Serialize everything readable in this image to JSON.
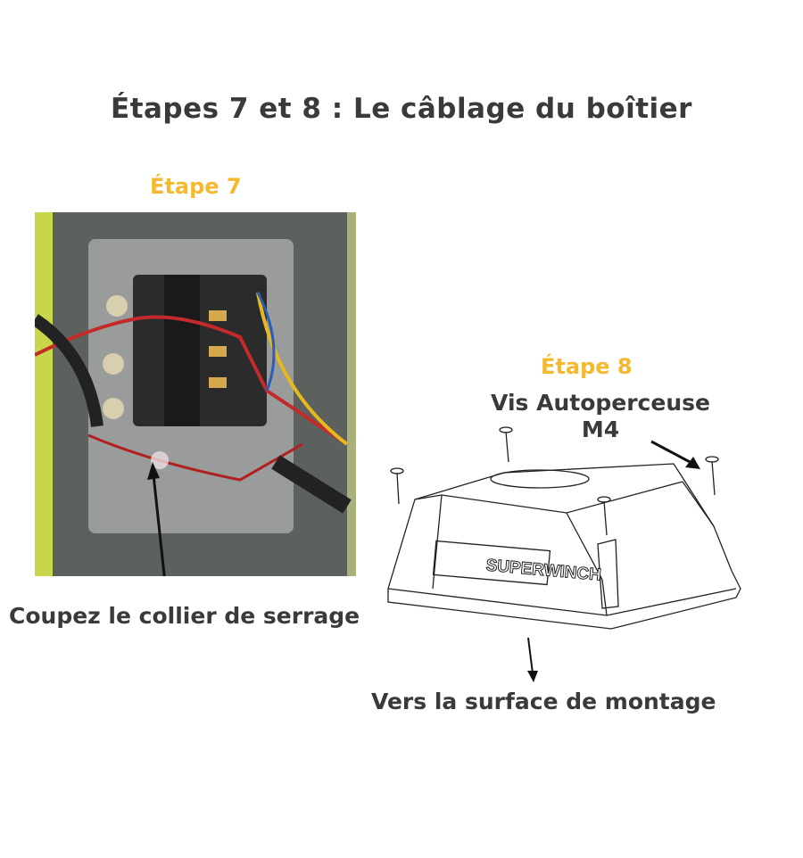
{
  "title": "Étapes 7 et 8 : Le câblage du boîtier",
  "step7": {
    "label": "Étape 7",
    "caption": "Coupez le collier de serrage"
  },
  "step8": {
    "label": "Étape 8",
    "screw_label_line1": "Vis Autoperceuse",
    "screw_label_line2": "M4",
    "caption": "Vers la surface de montage",
    "brand_logo": "SUPERWINCH"
  },
  "colors": {
    "accent": "#f4b92f",
    "text": "#3a3a3a"
  }
}
